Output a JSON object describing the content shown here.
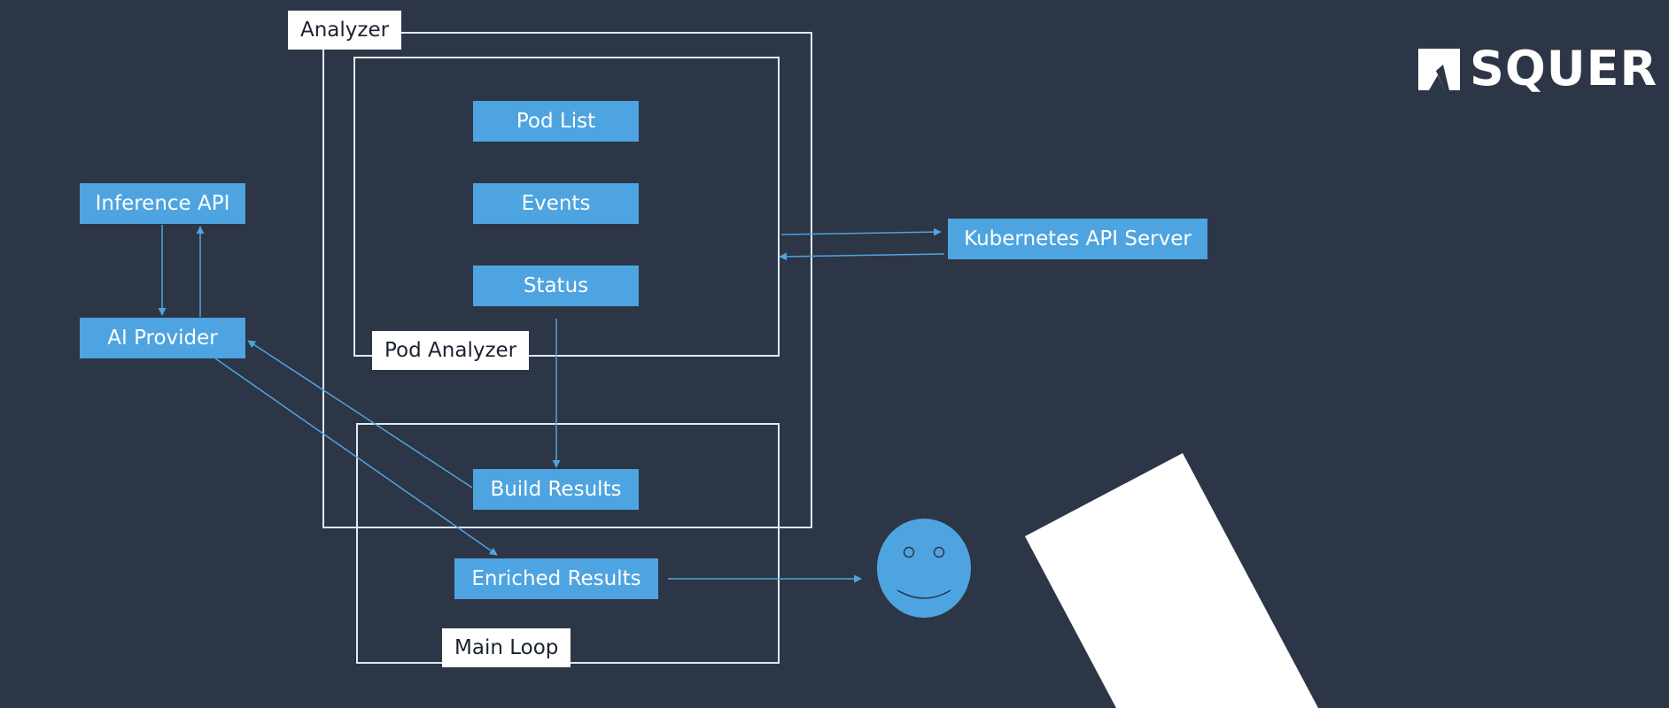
{
  "brand": {
    "name": "SQUER",
    "logo_icon": "squer-logo-mark-icon"
  },
  "containers": {
    "analyzer": "Analyzer",
    "pod_analyzer": "Pod Analyzer",
    "main_loop": "Main Loop"
  },
  "nodes": {
    "pod_list": "Pod List",
    "events": "Events",
    "status": "Status",
    "build_results": "Build Results",
    "enriched_results": "Enriched Results",
    "inference_api": "Inference API",
    "ai_provider": "AI Provider",
    "kubernetes_api_server": "Kubernetes API Server"
  },
  "colors": {
    "background": "#2d3646",
    "node_fill": "#4ea4e0",
    "frame_stroke": "#dcebf4",
    "tag_fill": "#ffffff",
    "arrow": "#4ea4e0"
  },
  "icons": {
    "user": "smiley-face-icon"
  }
}
